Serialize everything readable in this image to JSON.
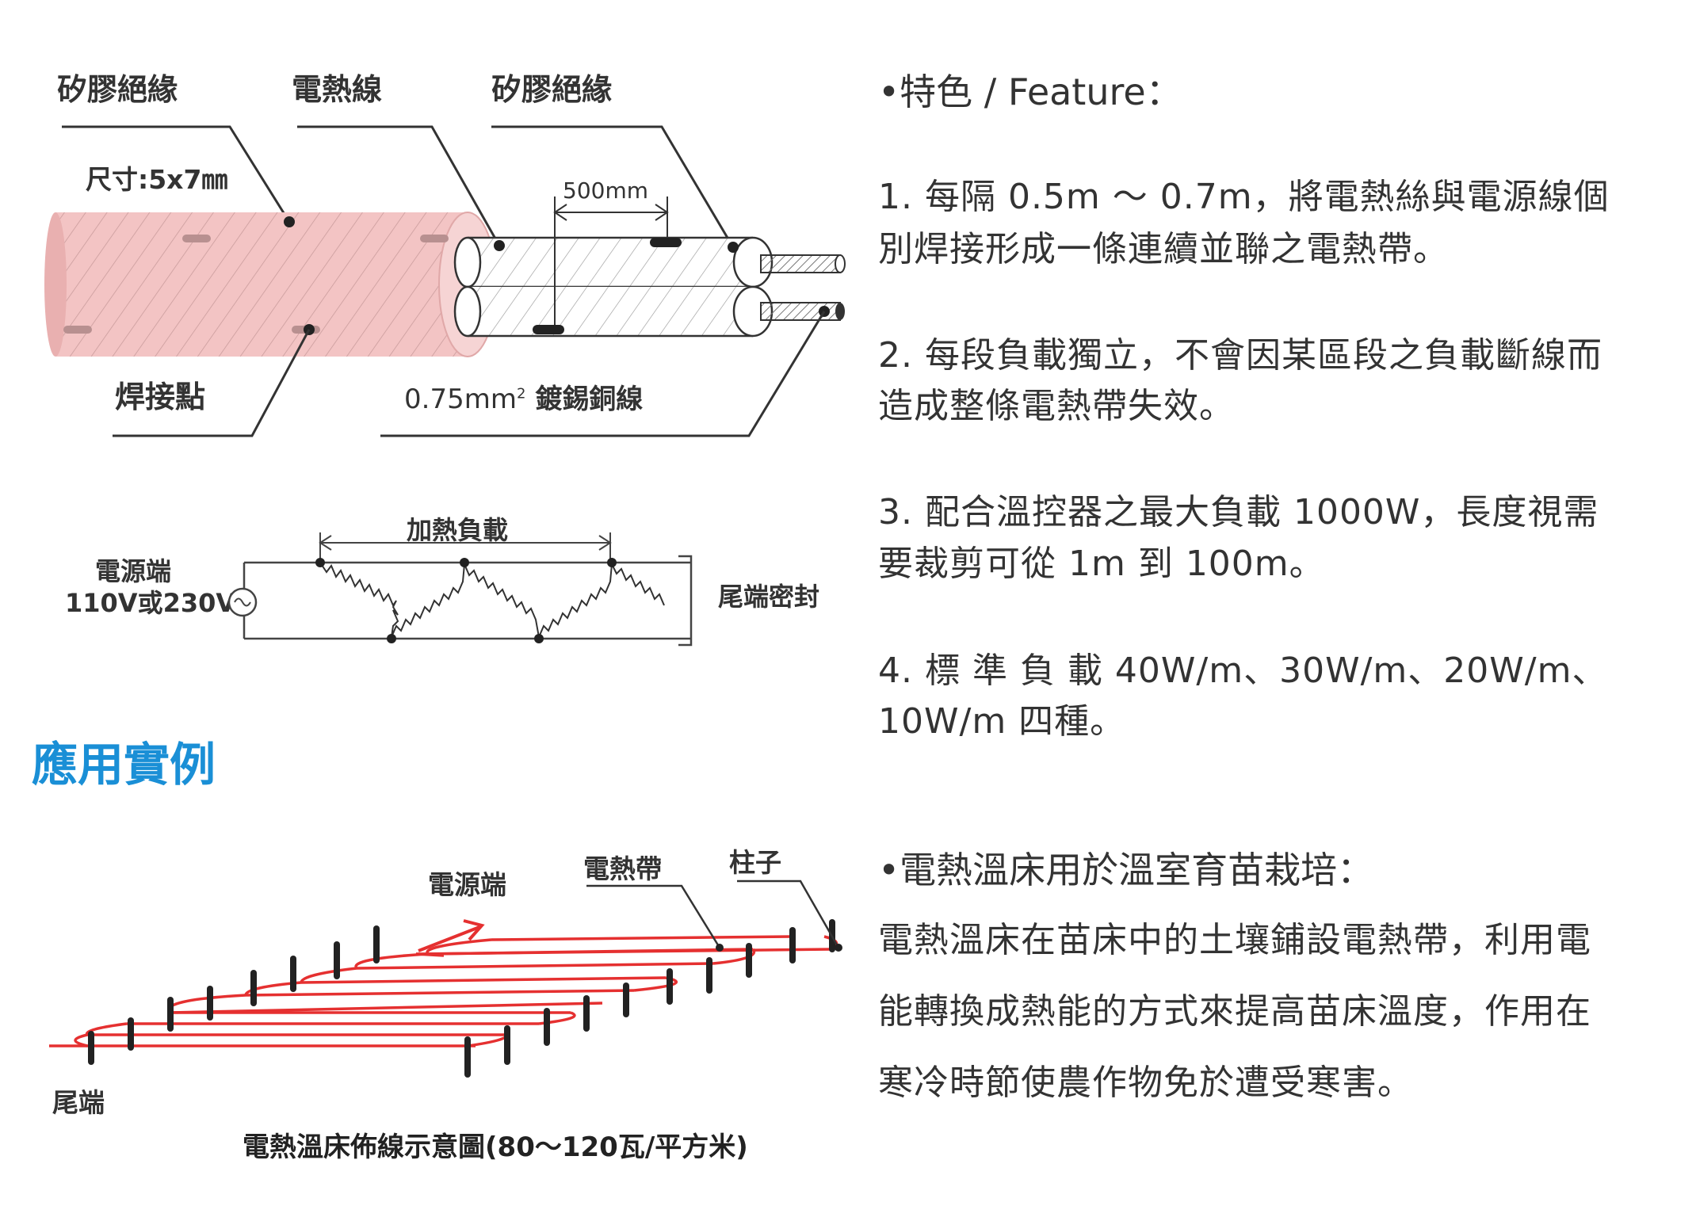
{
  "cable": {
    "label_silicone_left": "矽膠絕緣",
    "label_heating_wire": "電熱線",
    "label_silicone_right": "矽膠絕緣",
    "size": "尺寸:5x7㎜",
    "spacing": "500mm",
    "label_weld_point": "焊接點",
    "label_copper_prefix": "0.75mm",
    "label_copper_sup": "2",
    "label_copper_suffix": " 鍍錫銅線"
  },
  "circuit": {
    "heating_load": "加熱負載",
    "power_end": "電源端",
    "voltage": "110V或230V",
    "tail_seal": "尾端密封"
  },
  "section_title": "應用實例",
  "bed": {
    "power_end": "電源端",
    "heating_band": "電熱帶",
    "post": "柱子",
    "tail": "尾端",
    "caption": "電熱溫床佈線示意圖(80～120瓦/平方米)"
  },
  "features": {
    "heading": "•特色 / Feature：",
    "items": [
      {
        "line1": "1. 每隔 0.5m ～ 0.7m，將電熱絲與電源線個",
        "line2": "別焊接形成一條連續並聯之電熱帶。"
      },
      {
        "line1": "2. 每段負載獨立，不會因某區段之負載斷線而",
        "line2": "造成整條電熱帶失效。"
      },
      {
        "line1": "3. 配合溫控器之最大負載 1000W，長度視需",
        "line2": "要裁剪可從 1m 到 100m。"
      },
      {
        "line1": "4. 標 準 負 載 40W/m、30W/m、20W/m、",
        "line2": "10W/m 四種。"
      }
    ]
  },
  "application": {
    "heading": "•電熱溫床用於溫室育苗栽培：",
    "lines": [
      "電熱溫床在苗床中的土壤鋪設電熱帶，利用電",
      "能轉換成熱能的方式來提高苗床溫度，作用在",
      "寒冷時節使農作物免於遭受寒害。"
    ]
  },
  "colors": {
    "cable_pink": "#f0b8b8",
    "band_red": "#e53030",
    "title_blue": "#1a8fd6"
  }
}
